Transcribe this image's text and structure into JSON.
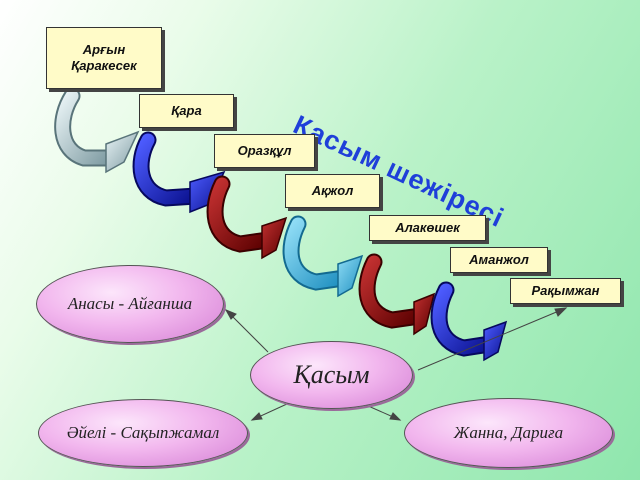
{
  "title": "Қасым шежіресі",
  "chain": [
    {
      "label": "Арғын\nҚаракесек"
    },
    {
      "label": "Қара"
    },
    {
      "label": "Оразқұл"
    },
    {
      "label": "Ақжол"
    },
    {
      "label": "Алакөшек"
    },
    {
      "label": "Аманжол"
    },
    {
      "label": "Рақымжан"
    }
  ],
  "family": {
    "center": "Қасым",
    "mother": "Анасы - Айғанша",
    "wife": "Әйелі - Сақыпжамал",
    "children": "Жанна, Дариға"
  },
  "colors": {
    "box_fill": "#fffbc8",
    "title": "#1f3fd9",
    "ellipse": "#f2b7ee",
    "arrows": [
      "#a9c6cc",
      "#1e2fd4",
      "#8b0b0b",
      "#3bb3de",
      "#8b0b0b",
      "#1e2fd4"
    ]
  }
}
